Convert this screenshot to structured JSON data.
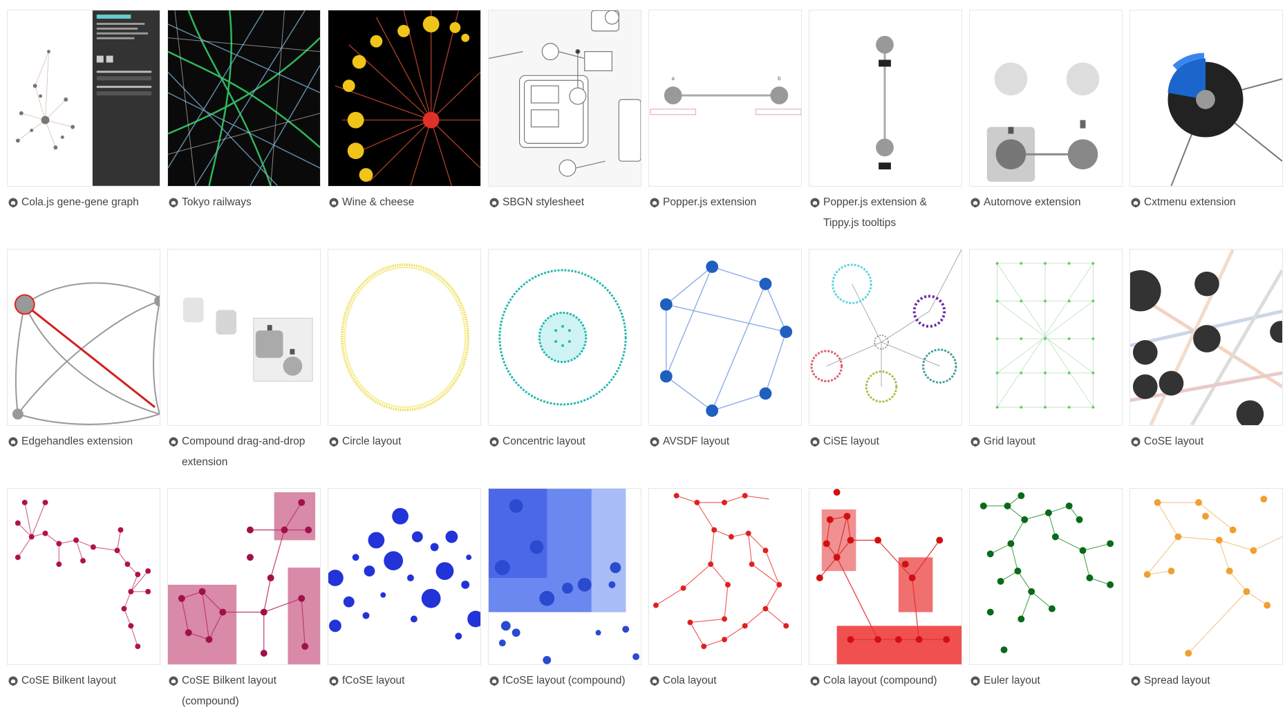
{
  "cards": [
    {
      "label": "Cola.js gene-gene graph",
      "icon": "github-icon"
    },
    {
      "label": "Tokyo railways",
      "icon": "github-icon"
    },
    {
      "label": "Wine & cheese",
      "icon": "github-icon"
    },
    {
      "label": "SBGN stylesheet",
      "icon": "github-icon"
    },
    {
      "label": "Popper.js extension",
      "icon": "github-icon"
    },
    {
      "label": "Popper.js extension & Tippy.js tooltips",
      "icon": "github-icon"
    },
    {
      "label": "Automove extension",
      "icon": "github-icon"
    },
    {
      "label": "Cxtmenu extension",
      "icon": "github-icon"
    },
    {
      "label": "Edgehandles extension",
      "icon": "github-icon"
    },
    {
      "label": "Compound drag-and-drop extension",
      "icon": "github-icon"
    },
    {
      "label": "Circle layout",
      "icon": "github-icon"
    },
    {
      "label": "Concentric layout",
      "icon": "github-icon"
    },
    {
      "label": "AVSDF layout",
      "icon": "github-icon"
    },
    {
      "label": "CiSE layout",
      "icon": "github-icon"
    },
    {
      "label": "Grid layout",
      "icon": "github-icon"
    },
    {
      "label": "CoSE layout",
      "icon": "github-icon"
    },
    {
      "label": "CoSE Bilkent layout",
      "icon": "github-icon"
    },
    {
      "label": "CoSE Bilkent layout (compound)",
      "icon": "github-icon"
    },
    {
      "label": "fCoSE layout",
      "icon": "github-icon"
    },
    {
      "label": "fCoSE layout (compound)",
      "icon": "github-icon"
    },
    {
      "label": "Cola layout",
      "icon": "github-icon"
    },
    {
      "label": "Cola layout (compound)",
      "icon": "github-icon"
    },
    {
      "label": "Euler layout",
      "icon": "github-icon"
    },
    {
      "label": "Spread layout",
      "icon": "github-icon"
    }
  ],
  "colors": {
    "caption_text": "#444444",
    "thumb_border": "#e6e6e6",
    "dark_bg": "#111111",
    "green_rail": "#2ecc40",
    "wine_yellow": "#f0c419",
    "wine_red": "#d0321e",
    "blue": "#1f5fbf",
    "crimson": "#b0124a",
    "pink_box": "#d88aa8",
    "fcose_blue": "#2a52e0",
    "cola_red": "#e02020",
    "euler_green": "#0a7a1a",
    "spread_orange": "#f0a030"
  }
}
